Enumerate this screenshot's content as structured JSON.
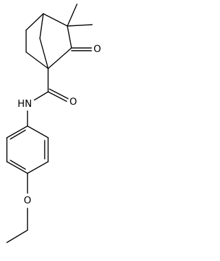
{
  "molecule": {
    "atoms": {
      "carbonyl_oxygen": "O",
      "amide_oxygen": "O",
      "amide_nitrogen": "HN",
      "ether_oxygen": "O"
    }
  },
  "colors": {
    "bond": "#000000",
    "background": "#ffffff"
  }
}
